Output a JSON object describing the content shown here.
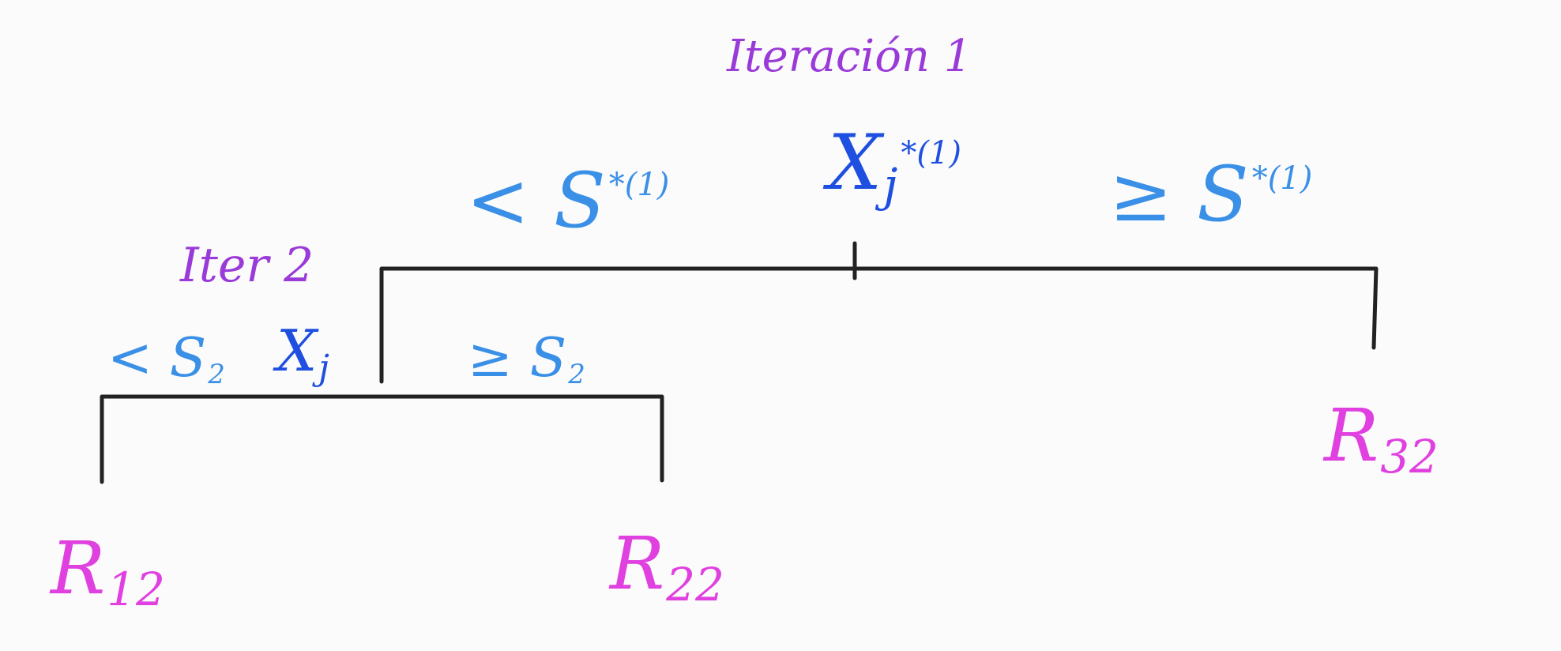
{
  "colors": {
    "title": "#9a3ad8",
    "split_var": "#1e4fe0",
    "threshold": "#3a8fe6",
    "region": "#e040e0",
    "edge": "#222222"
  },
  "iteration_1": {
    "title": "Iteración 1",
    "variable": {
      "main": "X",
      "subscript": "j",
      "superscript": "*(1)"
    },
    "left_branch": {
      "op": "<",
      "symbol": "S",
      "superscript": "*(1)"
    },
    "right_branch": {
      "op": "≥",
      "symbol": "S",
      "superscript": "*(1)"
    }
  },
  "iteration_2": {
    "title": "Iter 2",
    "variable": {
      "main": "X",
      "subscript": "j"
    },
    "left_branch": {
      "op": "<",
      "symbol": "S",
      "subscript": "2"
    },
    "right_branch": {
      "op": "≥",
      "symbol": "S",
      "subscript": "2"
    }
  },
  "regions": [
    {
      "main": "R",
      "subscript": "12"
    },
    {
      "main": "R",
      "subscript": "22"
    },
    {
      "main": "R",
      "subscript": "32"
    }
  ]
}
